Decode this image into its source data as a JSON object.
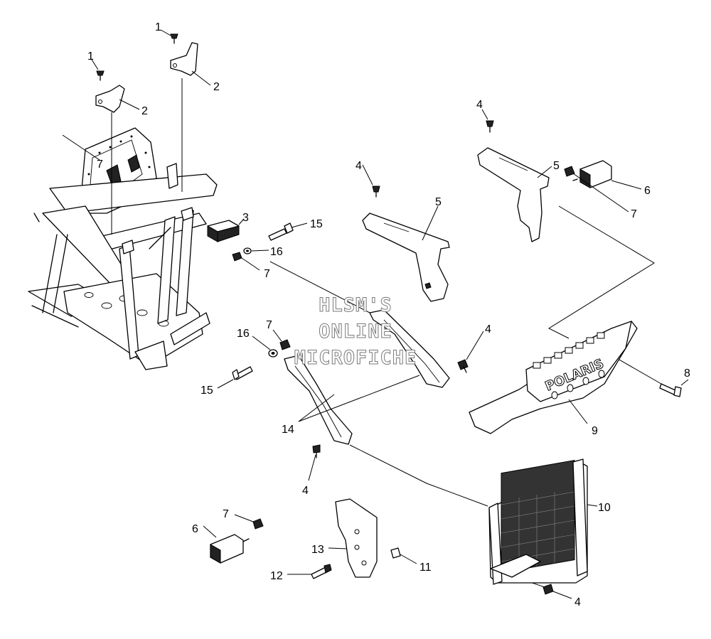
{
  "watermark": {
    "line1": "HLSM'S",
    "line2": "ONLINE",
    "line3": "MICROFICHE"
  },
  "callouts": [
    {
      "id": "c1a",
      "text": "1"
    },
    {
      "id": "c1b",
      "text": "1"
    },
    {
      "id": "c2a",
      "text": "2"
    },
    {
      "id": "c2b",
      "text": "2"
    },
    {
      "id": "c3",
      "text": "3"
    },
    {
      "id": "c4a",
      "text": "4"
    },
    {
      "id": "c4b",
      "text": "4"
    },
    {
      "id": "c4c",
      "text": "4"
    },
    {
      "id": "c4d",
      "text": "4"
    },
    {
      "id": "c4e",
      "text": "4"
    },
    {
      "id": "c5a",
      "text": "5"
    },
    {
      "id": "c5b",
      "text": "5"
    },
    {
      "id": "c6a",
      "text": "6"
    },
    {
      "id": "c6b",
      "text": "6"
    },
    {
      "id": "c7a",
      "text": "7"
    },
    {
      "id": "c7b",
      "text": "7"
    },
    {
      "id": "c7c",
      "text": "7"
    },
    {
      "id": "c7d",
      "text": "7"
    },
    {
      "id": "c8",
      "text": "8"
    },
    {
      "id": "c9",
      "text": "9"
    },
    {
      "id": "c10",
      "text": "10"
    },
    {
      "id": "c11",
      "text": "11"
    },
    {
      "id": "c12",
      "text": "12"
    },
    {
      "id": "c13",
      "text": "13"
    },
    {
      "id": "c14",
      "text": "14"
    },
    {
      "id": "c15a",
      "text": "15"
    },
    {
      "id": "c15b",
      "text": "15"
    },
    {
      "id": "c16a",
      "text": "16"
    },
    {
      "id": "c16b",
      "text": "16"
    }
  ],
  "logo_text": "POLARIS"
}
